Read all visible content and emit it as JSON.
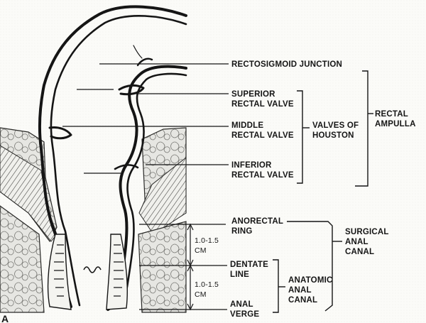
{
  "labels": {
    "rectosigmoid_junction": "RECTOSIGMOID JUNCTION",
    "superior_rectal_valve": [
      "SUPERIOR",
      "RECTAL VALVE"
    ],
    "middle_rectal_valve": [
      "MIDDLE",
      "RECTAL VALVE"
    ],
    "inferior_rectal_valve": [
      "INFERIOR",
      "RECTAL VALVE"
    ],
    "valves_of_houston": [
      "VALVES OF",
      "HOUSTON"
    ],
    "rectal_ampulla": [
      "RECTAL",
      "AMPULLA"
    ],
    "anorectal_ring": [
      "ANORECTAL",
      "RING"
    ],
    "surgical_anal_canal": [
      "SURGICAL",
      "ANAL",
      "CANAL"
    ],
    "dentate_line": [
      "DENTATE",
      "LINE"
    ],
    "anatomic_anal_canal": [
      "ANATOMIC",
      "ANAL",
      "CANAL"
    ],
    "anal_verge": [
      "ANAL",
      "VERGE"
    ],
    "measure_upper": [
      "1.0-1.5",
      "CM"
    ],
    "measure_lower": [
      "1.0-1.5",
      "CM"
    ],
    "panel_letter": "A"
  },
  "colors": {
    "ink": "#151515",
    "fat_fill": "#e4e4e0",
    "background": "#fbfbf8"
  }
}
